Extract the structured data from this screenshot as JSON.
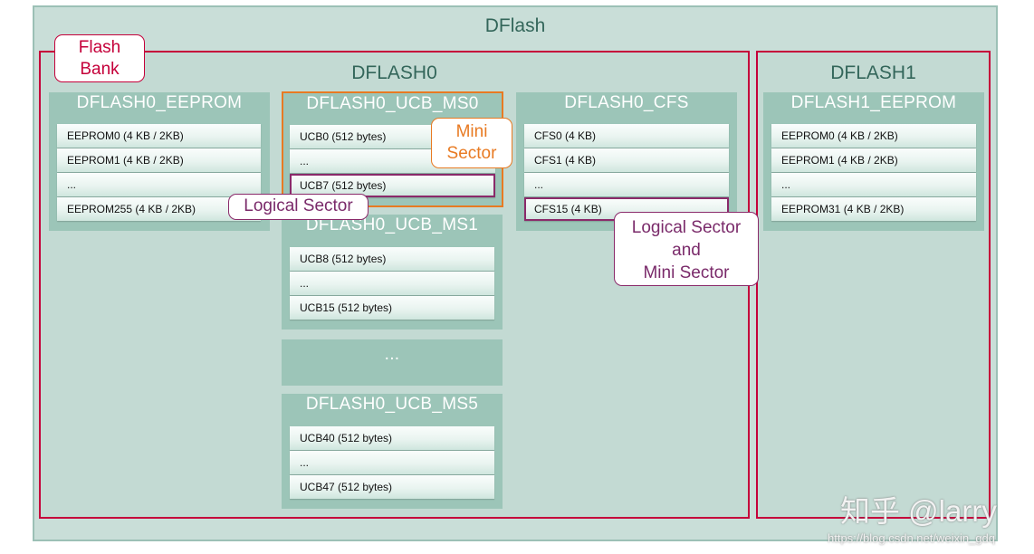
{
  "dflash_title": "DFlash",
  "banks": {
    "dflash0": {
      "title": "DFLASH0"
    },
    "dflash1": {
      "title": "DFLASH1"
    }
  },
  "groups": {
    "eeprom0": {
      "title": "DFLASH0_EEPROM",
      "rows": [
        "EEPROM0 (4 KB / 2KB)",
        "EEPROM1 (4 KB / 2KB)",
        "...",
        "EEPROM255 (4 KB / 2KB)"
      ]
    },
    "ucb_ms0": {
      "title": "DFLASH0_UCB_MS0",
      "rows": [
        "UCB0 (512 bytes)",
        "...",
        "UCB7 (512 bytes)"
      ]
    },
    "ucb_ms1": {
      "title": "DFLASH0_UCB_MS1",
      "rows": [
        "UCB8 (512 bytes)",
        "...",
        "UCB15 (512 bytes)"
      ]
    },
    "ucb_ellipsis": {
      "title": "..."
    },
    "ucb_ms5": {
      "title": "DFLASH0_UCB_MS5",
      "rows": [
        "UCB40 (512 bytes)",
        "...",
        "UCB47 (512 bytes)"
      ]
    },
    "cfs": {
      "title": "DFLASH0_CFS",
      "rows": [
        "CFS0 (4 KB)",
        "CFS1 (4 KB)",
        "...",
        "CFS15 (4 KB)"
      ]
    },
    "eeprom1": {
      "title": "DFLASH1_EEPROM",
      "rows": [
        "EEPROM0 (4 KB / 2KB)",
        "EEPROM1 (4 KB / 2KB)",
        "...",
        "EEPROM31 (4 KB / 2KB)"
      ]
    }
  },
  "callouts": {
    "flash_bank": [
      "Flash",
      "Bank"
    ],
    "mini_sector": [
      "Mini",
      "Sector"
    ],
    "logical_sector": "Logical Sector",
    "logical_and_mini": [
      "Logical Sector",
      "and",
      "Mini Sector"
    ]
  },
  "watermark": {
    "main": "知乎 @larry",
    "url": "https://blog.csdn.net/weixin_gdq"
  },
  "colors": {
    "bank_border": "#c5003a",
    "group_fill": "#9cc5b8",
    "mini_sector_border": "#e87a22",
    "logical_sector_border": "#8a2a6a"
  }
}
